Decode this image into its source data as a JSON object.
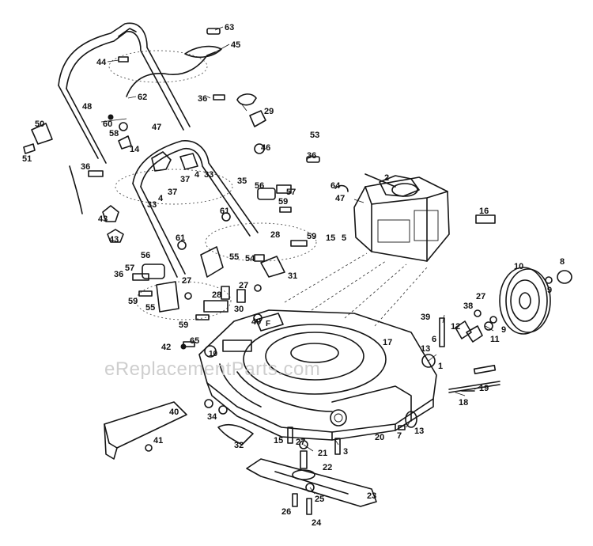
{
  "diagram": {
    "watermark": "eReplacementParts.com",
    "callouts": [
      {
        "id": "63"
      },
      {
        "id": "45"
      },
      {
        "id": "44"
      },
      {
        "id": "36"
      },
      {
        "id": "62"
      },
      {
        "id": "29"
      },
      {
        "id": "48"
      },
      {
        "id": "60"
      },
      {
        "id": "58"
      },
      {
        "id": "47"
      },
      {
        "id": "50"
      },
      {
        "id": "51"
      },
      {
        "id": "14"
      },
      {
        "id": "53"
      },
      {
        "id": "46"
      },
      {
        "id": "36"
      },
      {
        "id": "36"
      },
      {
        "id": "4"
      },
      {
        "id": "33"
      },
      {
        "id": "37"
      },
      {
        "id": "37"
      },
      {
        "id": "4"
      },
      {
        "id": "33"
      },
      {
        "id": "35"
      },
      {
        "id": "56"
      },
      {
        "id": "57"
      },
      {
        "id": "2"
      },
      {
        "id": "64"
      },
      {
        "id": "43"
      },
      {
        "id": "61"
      },
      {
        "id": "59"
      },
      {
        "id": "47"
      },
      {
        "id": "16"
      },
      {
        "id": "43"
      },
      {
        "id": "28"
      },
      {
        "id": "59"
      },
      {
        "id": "61"
      },
      {
        "id": "15"
      },
      {
        "id": "5"
      },
      {
        "id": "56"
      },
      {
        "id": "55"
      },
      {
        "id": "54"
      },
      {
        "id": "57"
      },
      {
        "id": "36"
      },
      {
        "id": "31"
      },
      {
        "id": "10"
      },
      {
        "id": "8"
      },
      {
        "id": "9"
      },
      {
        "id": "27"
      },
      {
        "id": "59"
      },
      {
        "id": "28"
      },
      {
        "id": "27"
      },
      {
        "id": "55"
      },
      {
        "id": "30"
      },
      {
        "id": "38"
      },
      {
        "id": "27"
      },
      {
        "id": "39"
      },
      {
        "id": "59"
      },
      {
        "id": "49"
      },
      {
        "id": "12"
      },
      {
        "id": "9"
      },
      {
        "id": "11"
      },
      {
        "id": "6"
      },
      {
        "id": "65"
      },
      {
        "id": "17"
      },
      {
        "id": "42"
      },
      {
        "id": "13"
      },
      {
        "id": "1"
      },
      {
        "id": "19"
      },
      {
        "id": "18"
      },
      {
        "id": "40"
      },
      {
        "id": "34"
      },
      {
        "id": "7"
      },
      {
        "id": "13"
      },
      {
        "id": "20"
      },
      {
        "id": "41"
      },
      {
        "id": "32"
      },
      {
        "id": "15"
      },
      {
        "id": "27"
      },
      {
        "id": "3"
      },
      {
        "id": "21"
      },
      {
        "id": "22"
      },
      {
        "id": "23"
      },
      {
        "id": "25"
      },
      {
        "id": "26"
      },
      {
        "id": "24"
      }
    ],
    "deck_marks": [
      "F",
      "10"
    ]
  }
}
